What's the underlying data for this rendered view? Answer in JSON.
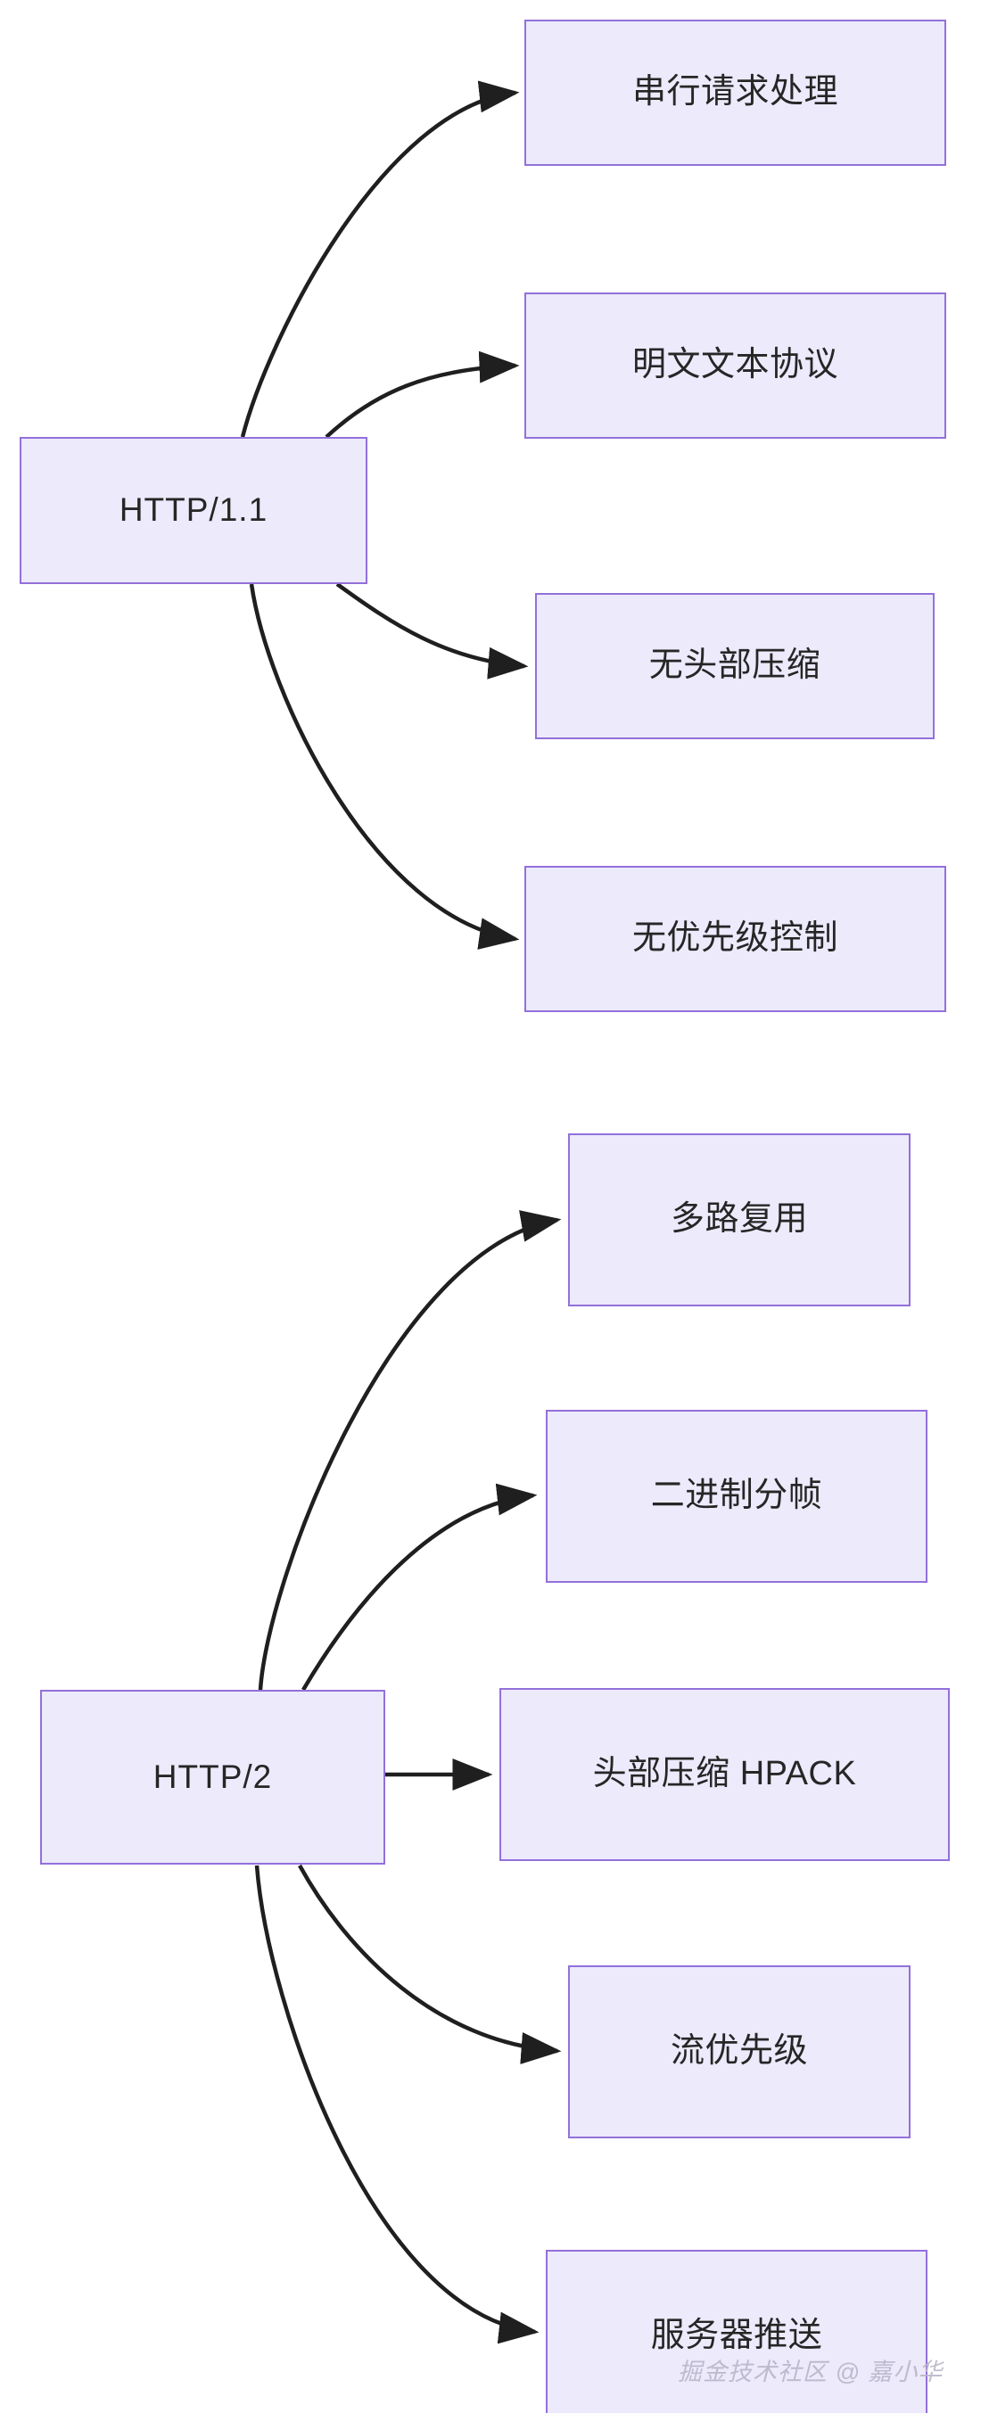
{
  "diagram": {
    "type": "flowchart",
    "orientation": "left-to-right",
    "background_color": "#ffffff",
    "node_fill_color": "#ECEAFB",
    "node_border_color": "#9370DB",
    "node_text_color": "#262626",
    "edge_color": "#1f1f1f",
    "clusters": [
      {
        "id": "http11",
        "root": {
          "id": "http11-root",
          "label": "HTTP/1.1"
        },
        "children": [
          {
            "id": "http11-child-1",
            "label": "串行请求处理"
          },
          {
            "id": "http11-child-2",
            "label": "明文文本协议"
          },
          {
            "id": "http11-child-3",
            "label": "无头部压缩"
          },
          {
            "id": "http11-child-4",
            "label": "无优先级控制"
          }
        ]
      },
      {
        "id": "http2",
        "root": {
          "id": "http2-root",
          "label": "HTTP/2"
        },
        "children": [
          {
            "id": "http2-child-1",
            "label": "多路复用"
          },
          {
            "id": "http2-child-2",
            "label": "二进制分帧"
          },
          {
            "id": "http2-child-3",
            "label": "头部压缩 HPACK"
          },
          {
            "id": "http2-child-4",
            "label": "流优先级"
          },
          {
            "id": "http2-child-5",
            "label": "服务器推送"
          }
        ]
      }
    ]
  },
  "watermark": {
    "text": "掘金技术社区 @ 嘉小华"
  }
}
